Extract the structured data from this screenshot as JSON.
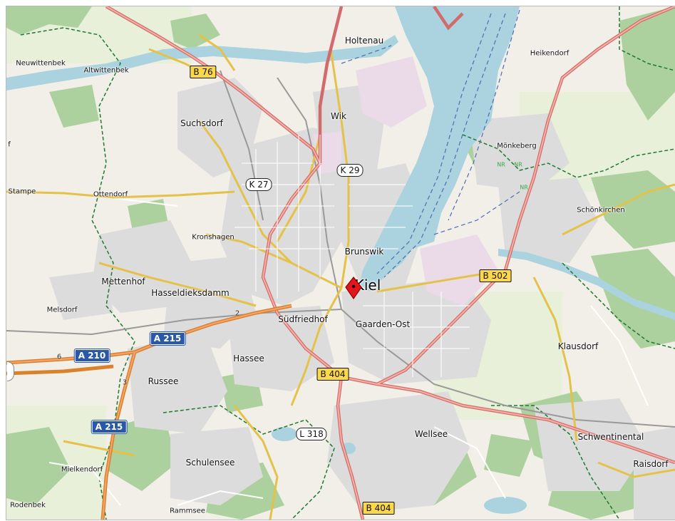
{
  "map": {
    "places": [
      {
        "id": "holtenau",
        "name": "Holtenau",
        "size": "mid"
      },
      {
        "id": "heikendorf",
        "name": "Heikendorf",
        "size": "small"
      },
      {
        "id": "neuwittenbek",
        "name": "Neuwittenbek",
        "size": "small"
      },
      {
        "id": "altwittenbek",
        "name": "Altwittenbek",
        "size": "small"
      },
      {
        "id": "suchsdorf",
        "name": "Suchsdorf",
        "size": "mid"
      },
      {
        "id": "wik",
        "name": "Wik",
        "size": "mid"
      },
      {
        "id": "monkeberg",
        "name": "Mönkeberg",
        "size": "small"
      },
      {
        "id": "stampe",
        "name": "Stampe",
        "size": "small"
      },
      {
        "id": "ottendorf",
        "name": "Ottendorf",
        "size": "small"
      },
      {
        "id": "schonkirchen",
        "name": "Schönkirchen",
        "size": "small"
      },
      {
        "id": "kronshagen",
        "name": "Kronshagen",
        "size": "small"
      },
      {
        "id": "brunswik",
        "name": "Brunswik",
        "size": "mid"
      },
      {
        "id": "mettenhof",
        "name": "Mettenhof",
        "size": "mid"
      },
      {
        "id": "hasseldieksdamm",
        "name": "Hasseldieksdamm",
        "size": "mid"
      },
      {
        "id": "kiel",
        "name": "Kiel",
        "size": "city"
      },
      {
        "id": "melsdorf",
        "name": "Melsdorf",
        "size": "small"
      },
      {
        "id": "sudfriedhof",
        "name": "Südfriedhof",
        "size": "mid"
      },
      {
        "id": "gaarden",
        "name": "Gaarden-Ost",
        "size": "mid"
      },
      {
        "id": "klausdorf",
        "name": "Klausdorf",
        "size": "mid"
      },
      {
        "id": "hassee",
        "name": "Hassee",
        "size": "mid"
      },
      {
        "id": "russee",
        "name": "Russee",
        "size": "mid"
      },
      {
        "id": "wellsee",
        "name": "Wellsee",
        "size": "mid"
      },
      {
        "id": "schwentinental",
        "name": "Schwentinental",
        "size": "mid"
      },
      {
        "id": "schulensee",
        "name": "Schulensee",
        "size": "mid"
      },
      {
        "id": "raisdorf",
        "name": "Raisdorf",
        "size": "mid"
      },
      {
        "id": "mielkendorf",
        "name": "Mielkendorf",
        "size": "small"
      },
      {
        "id": "rodenbek",
        "name": "Rodenbek",
        "size": "small"
      },
      {
        "id": "rammsee",
        "name": "Rammsee",
        "size": "small"
      },
      {
        "id": "partial-f",
        "name": "f",
        "size": "small"
      }
    ],
    "shields": [
      {
        "id": "b76",
        "label": "B 76",
        "type": "b"
      },
      {
        "id": "k29",
        "label": "K 29",
        "type": "k"
      },
      {
        "id": "k27",
        "label": "K 27",
        "type": "k"
      },
      {
        "id": "b502",
        "label": "B 502",
        "type": "b"
      },
      {
        "id": "a215-top",
        "label": "A 215",
        "type": "a"
      },
      {
        "id": "a210",
        "label": "A 210",
        "type": "a"
      },
      {
        "id": "b404-center",
        "label": "B 404",
        "type": "b"
      },
      {
        "id": "a215-bottom",
        "label": "A 215",
        "type": "a"
      },
      {
        "id": "l318",
        "label": "L 318",
        "type": "k"
      },
      {
        "id": "b404-bottom",
        "label": "B 404",
        "type": "b"
      }
    ],
    "junctions": [
      {
        "id": "j2",
        "label": "2"
      },
      {
        "id": "j6",
        "label": "6"
      },
      {
        "id": "j3",
        "label": "3"
      }
    ],
    "nature_labels": [
      {
        "id": "nr1",
        "label": "NR"
      },
      {
        "id": "nr2",
        "label": "NR"
      },
      {
        "id": "nr3",
        "label": "NR"
      }
    ],
    "marker": {
      "icon": "map-pin-icon",
      "color": "#e3171b"
    },
    "colors": {
      "water": "#aad3df",
      "land": "#f2efe9",
      "forest": "#add19e",
      "urban": "#dddddd",
      "motorway": "#e892a2",
      "primary": "#fcd6a4",
      "secondary": "#f7fabf",
      "industrial": "#ebdbe8"
    }
  }
}
